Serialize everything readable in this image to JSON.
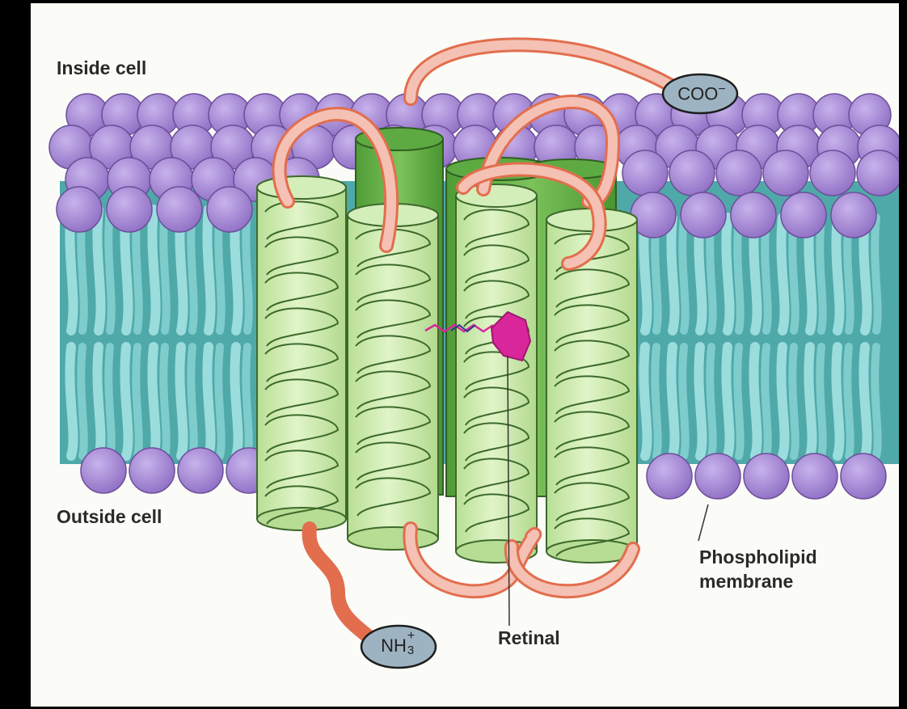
{
  "labels": {
    "inside_cell": "Inside cell",
    "outside_cell": "Outside cell",
    "phospholipid_line1": "Phospholipid",
    "phospholipid_line2": "membrane",
    "retinal": "Retinal",
    "c_terminus": "COO",
    "c_terminus_charge": "−",
    "n_terminus": "NH",
    "n_terminus_sub": "3",
    "n_terminus_charge": "+"
  },
  "colors": {
    "head": "#a98cd6",
    "tail": "#5fbdbd",
    "helix_light": "#cdeab0",
    "helix_dark": "#6fb84f",
    "loop_pink": "#f4c1b4",
    "loop_orange": "#e26e4e",
    "retinal": "#d9269a",
    "terminus_fill": "#9db3c1"
  }
}
